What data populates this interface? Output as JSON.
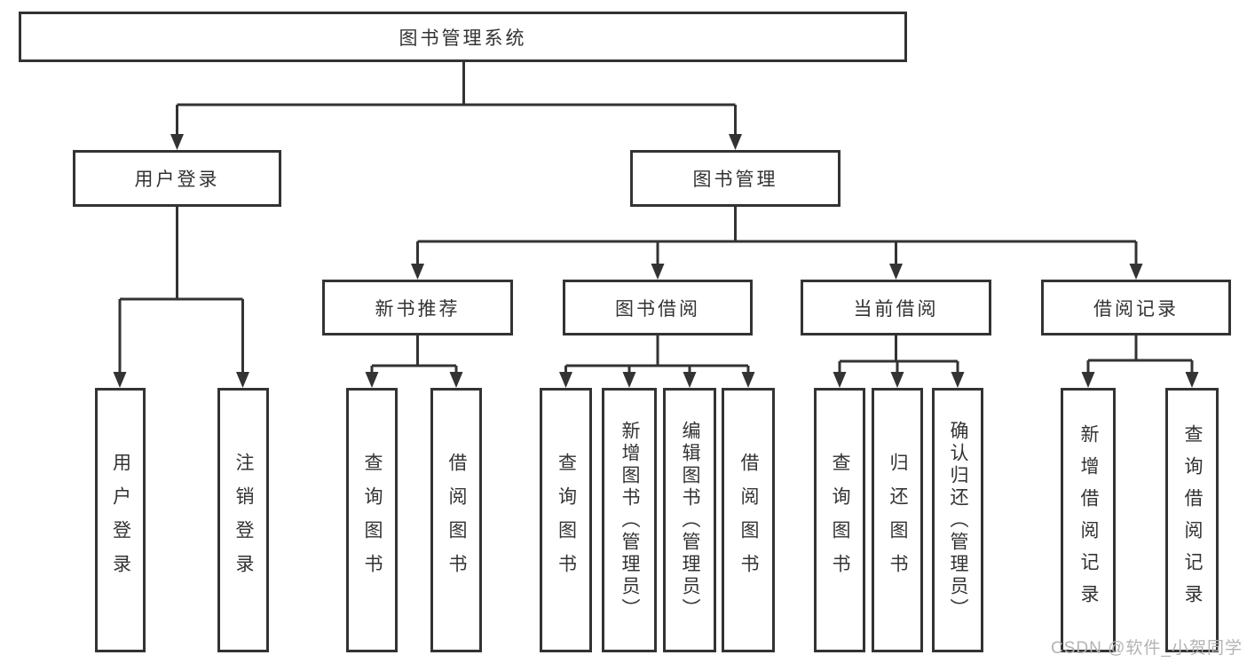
{
  "diagram": {
    "root": {
      "label": "图书管理系统"
    },
    "level2": {
      "user": {
        "label": "用户登录"
      },
      "management": {
        "label": "图书管理"
      }
    },
    "level3": {
      "recommend": {
        "label": "新书推荐"
      },
      "borrow": {
        "label": "图书借阅"
      },
      "current": {
        "label": "当前借阅"
      },
      "records": {
        "label": "借阅记录"
      }
    },
    "leaves": {
      "user": [
        "用户登录",
        "注销登录"
      ],
      "recommend": [
        "查询图书",
        "借阅图书"
      ],
      "borrow": [
        "查询图书",
        "新增图书（管理员）",
        "编辑图书（管理员）",
        "借阅图书"
      ],
      "current": [
        "查询图书",
        "归还图书",
        "确认归还（管理员）"
      ],
      "records": [
        "新增借阅记录",
        "查询借阅记录"
      ]
    }
  },
  "watermark": {
    "text": "CSDN @软件_小贺同学"
  },
  "colors": {
    "line": "#333333",
    "border": "#333333",
    "text": "#333333",
    "box_fill": "#ffffff",
    "watermark": "#b3b3b3",
    "background": "#ffffff"
  }
}
